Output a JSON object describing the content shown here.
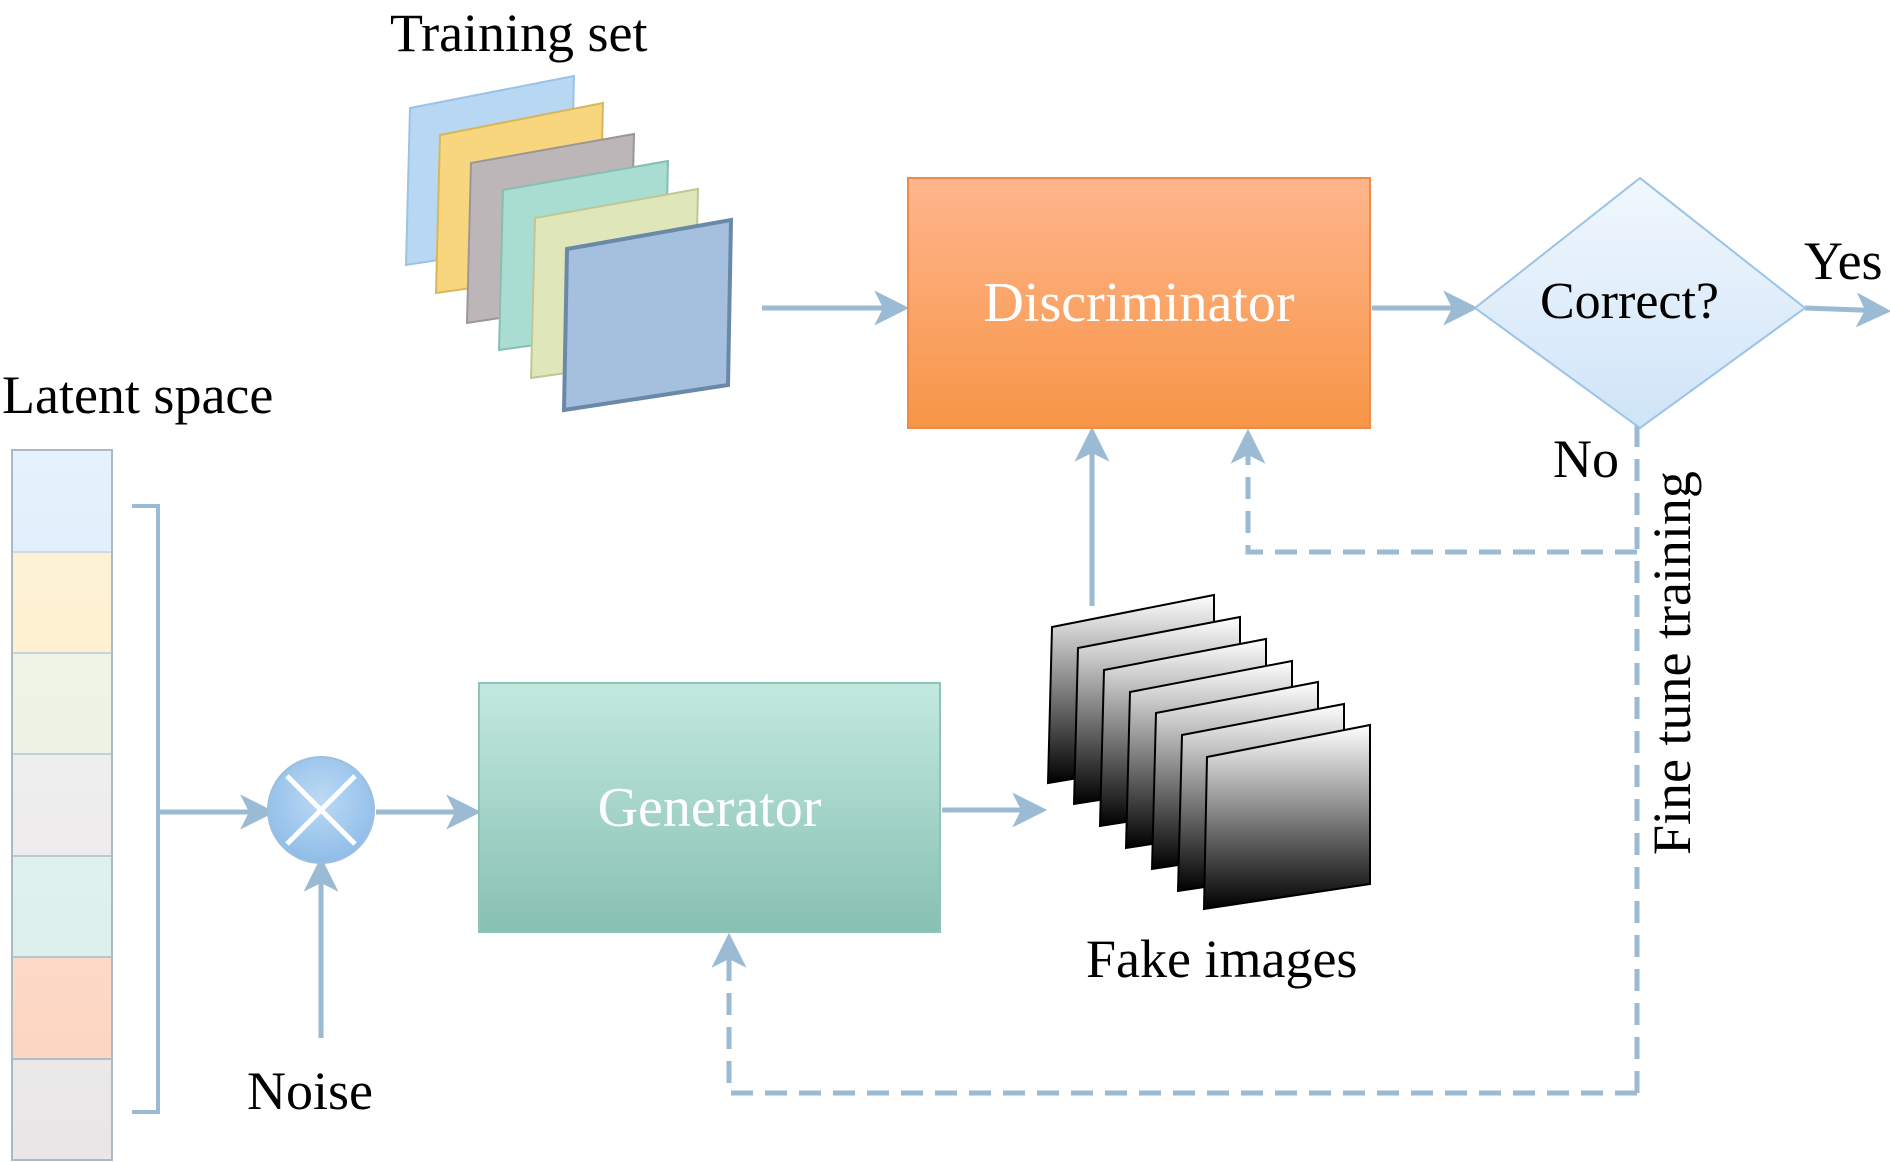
{
  "diagram": {
    "training_set_label": "Training set",
    "latent_space_label": "Latent space",
    "noise_label": "Noise",
    "generator_label": "Generator",
    "discriminator_label": "Discriminator",
    "decision_label": "Correct?",
    "yes_label": "Yes",
    "no_label": "No",
    "fake_images_label": "Fake images",
    "feedback_label": "Fine tune training"
  },
  "colors": {
    "arrow": "#9bbad3",
    "discriminator_top": "#ffb58c",
    "discriminator_bottom": "#f79547",
    "generator_top": "#c2e9df",
    "generator_bottom": "#88c0b3",
    "decision_fill": "#dcecfb",
    "latent_cells": [
      "#c6e2fa",
      "#fde7b2",
      "#e6edd8",
      "#e8e6e6",
      "#d6ede8",
      "#fdd2bd",
      "#e8e6e6"
    ],
    "training_sheets": [
      "#b7d7f2",
      "#f7d67e",
      "#bdb6b8",
      "#a9ddd1",
      "#dfe6b9",
      "#a4c0de"
    ]
  }
}
